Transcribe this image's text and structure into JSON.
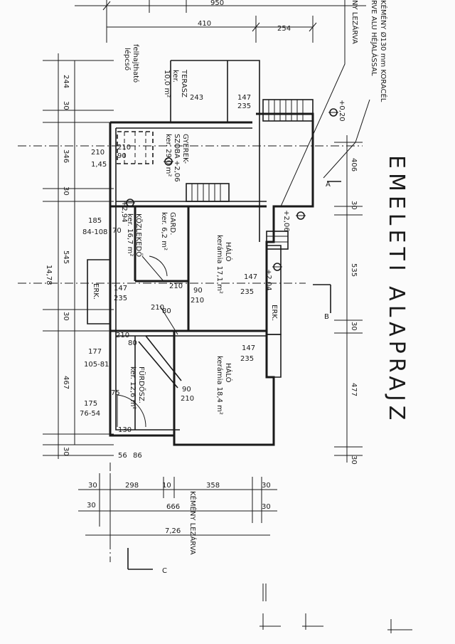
{
  "plan": {
    "title": "EMELETI ALAPRAJZ",
    "chimney_note": [
      "KÉMÉNY Ø130 mm KORACÉL",
      "RVE ALU HÉJALÁSSAL",
      "NY LEZÁRVA"
    ],
    "chimney_closed": "KÉMÉNY LEZÁRVA",
    "stair_note": [
      "felhajtható",
      "lépcső"
    ],
    "section_marks": {
      "a": "A",
      "b": "B",
      "c": "C"
    },
    "rooms": {
      "terasz": [
        "TERASZ",
        "ker.",
        "10,0 m²"
      ],
      "gyerekszoba": [
        "GYEREK-",
        "SZOBA",
        "ker. 29,0 m²"
      ],
      "gard": [
        "GARD.",
        "ker. 6,2 m²"
      ],
      "kozlekedo": [
        "KÖZLEKEDŐ",
        "ker. 16,7 m²"
      ],
      "halo1": [
        "HÁLÓ",
        "kerámia 17,1 m²"
      ],
      "halo2": [
        "HÁLÓ",
        "kerámia 18,4 m²"
      ],
      "furdo": [
        "FÜRDŐSZ.",
        "ker. 12,6 m²"
      ],
      "erk_left": "ERK.",
      "erk_right": "ERK."
    },
    "levels": {
      "l1": "+0,20",
      "l2": "+2,06",
      "l3": "+2,94",
      "l4": "+2,06",
      "l5": "+2,04"
    },
    "dims_top": {
      "total": "950",
      "a": "410",
      "b": "254"
    },
    "dims_left": {
      "d1": "244",
      "d2": "30",
      "d3": "346",
      "d4": "30",
      "d5": "545",
      "d6": "30",
      "d7": "467",
      "d8": "30",
      "total": "14,78"
    },
    "dims_right": {
      "d1": "406",
      "d2": "30",
      "d3": "535",
      "d4": "30",
      "d5": "477",
      "d6": "30"
    },
    "dims_bottom": {
      "r1a": "30",
      "r1b": "298",
      "r1c": "10",
      "r1d": "358",
      "r1e": "30",
      "r2a": "30",
      "r2b": "666",
      "r2c": "30",
      "r3": "7,26"
    },
    "openings": {
      "o1": "147",
      "o1b": "235",
      "o2": "210",
      "o2b": "1,45",
      "o3": "210",
      "o3b": "90",
      "o4": "185",
      "o4b": "84-108",
      "o5": "70",
      "o6": "147",
      "o6b": "235",
      "o7": "90",
      "o7b": "210",
      "o8": "210",
      "o9": "80",
      "o9b": "210",
      "o10": "147",
      "o10b": "235",
      "o11": "147",
      "o11b": "235",
      "o12": "80",
      "o12b": "210",
      "o13": "177",
      "o13b": "105-81",
      "o14": "90",
      "o14b": "210",
      "o15": "75",
      "o16": "175",
      "o16b": "76-54",
      "o17": "130",
      "o17b": "56",
      "o17c": "86",
      "o18": "243"
    }
  }
}
